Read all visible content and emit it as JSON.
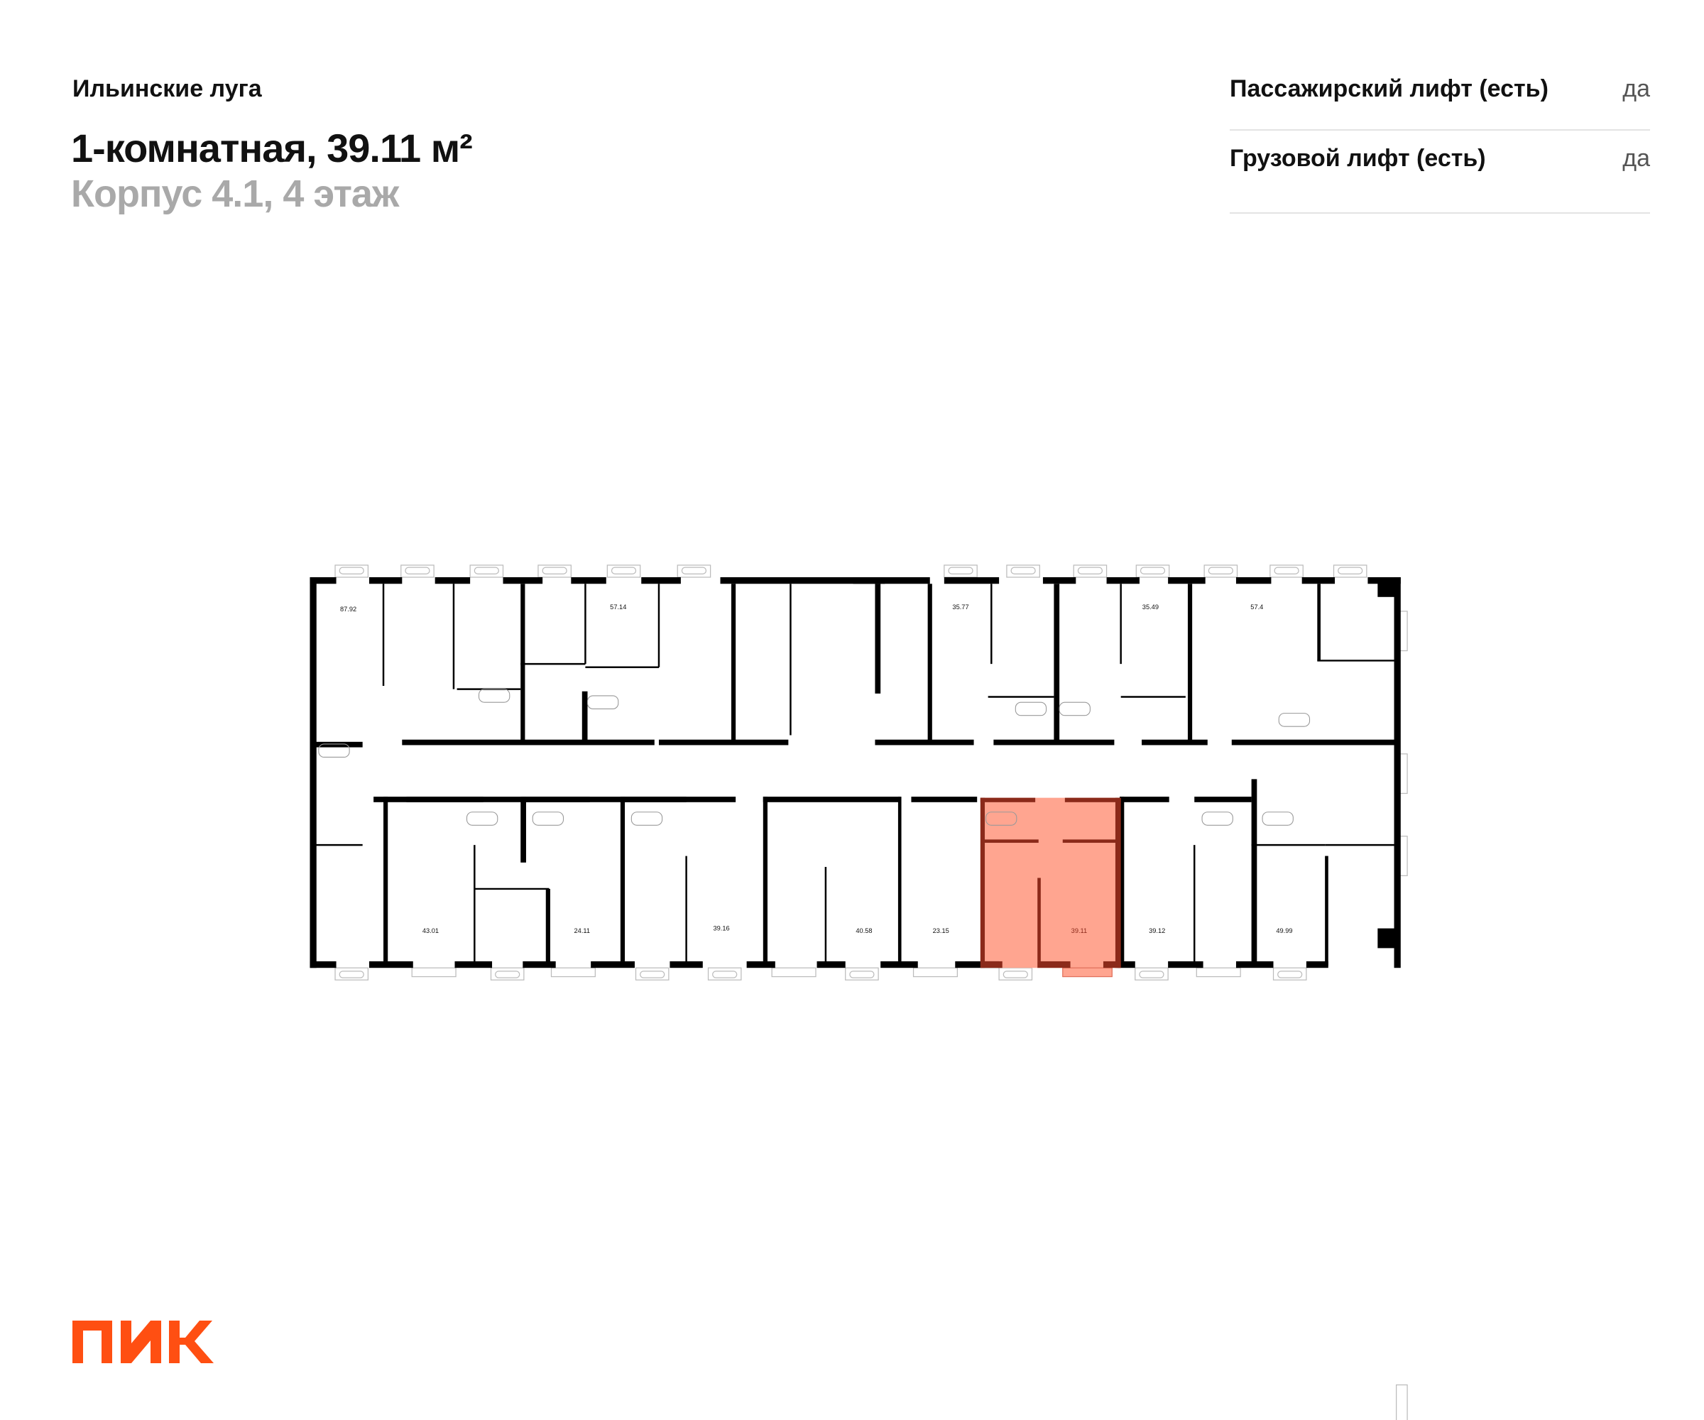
{
  "header": {
    "project": "Ильинские луга",
    "title": "1-комнатная, 39.11 м²",
    "subtitle": "Корпус 4.1, 4 этаж"
  },
  "specs": [
    {
      "label": "Пассажирский лифт (есть)",
      "value": "да"
    },
    {
      "label": "Грузовой лифт (есть)",
      "value": "да"
    }
  ],
  "plan": {
    "highlight_fill": "#ffa590",
    "highlight_wall": "#8b2a1a",
    "wall_color": "#000000",
    "selected_apartment": "39.11",
    "apartments": [
      "87.92",
      "57.14",
      "35.77",
      "35.49",
      "57.4",
      "43.01",
      "24.11",
      "39.16",
      "40.58",
      "23.15",
      "39.11",
      "39.12",
      "49.99"
    ]
  },
  "logo": {
    "text": "ПИК",
    "color": "#ff4f12"
  }
}
